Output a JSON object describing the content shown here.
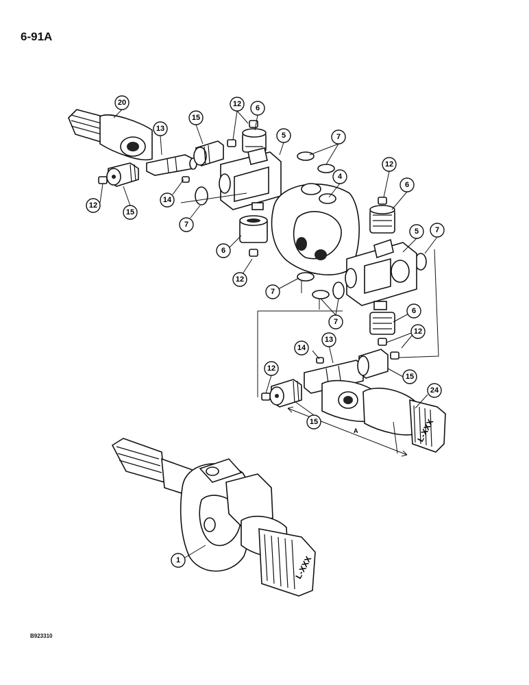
{
  "page_number": "6-91A",
  "figure_code": "B923310",
  "dimension_label": "A",
  "shaft_marking": "L-XXX",
  "callouts": {
    "c20": "20",
    "c13a": "13",
    "c15a": "15",
    "c12a": "12",
    "c6a": "6",
    "c5a": "5",
    "c7a": "7",
    "c12b": "12",
    "c15b": "15",
    "c14a": "14",
    "c7b": "7",
    "c4": "4",
    "c12c": "12",
    "c6b": "6",
    "c6c": "6",
    "c12d": "12",
    "c5b": "5",
    "c7c": "7",
    "c7d": "7",
    "c7e": "7",
    "c6d": "6",
    "c12e": "12",
    "c14b": "14",
    "c13b": "13",
    "c15c": "15",
    "c12f": "12",
    "c24": "24",
    "c15d": "15",
    "c1": "1"
  }
}
